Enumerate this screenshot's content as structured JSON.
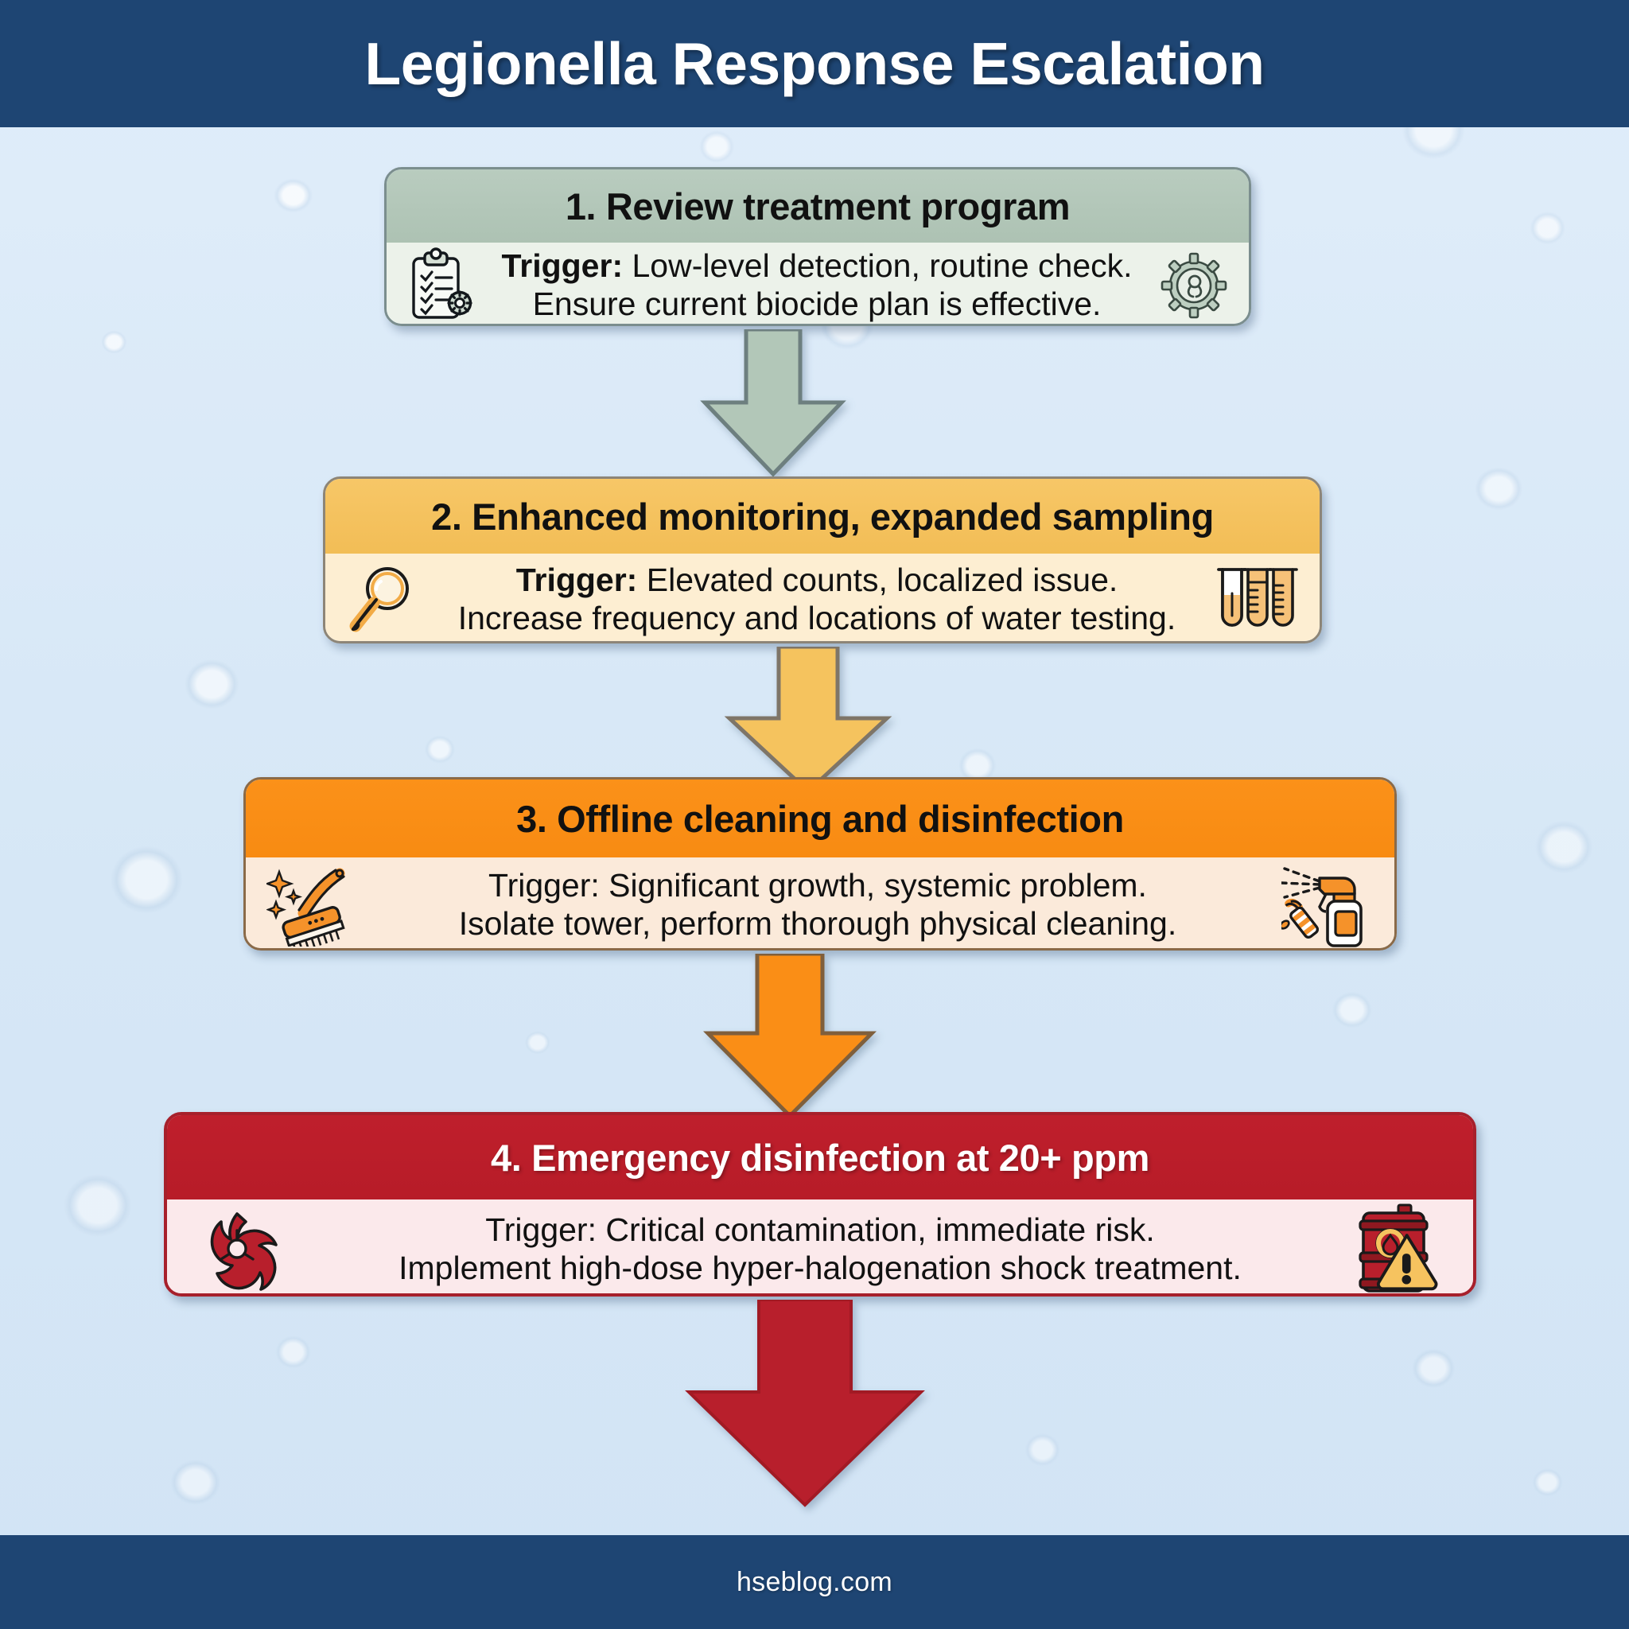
{
  "header": {
    "title": "Legionella Response Escalation",
    "background_color": "#1e4573",
    "text_color": "#ffffff"
  },
  "footer": {
    "text": "hseblog.com",
    "background_color": "#1e4573",
    "text_color": "#ffffff"
  },
  "background": {
    "color": "#dce9f7",
    "texture": "water-droplets"
  },
  "steps": [
    {
      "number": "1.",
      "title": "1. Review treatment program",
      "trigger_label": "Trigger:",
      "trigger_line1": "Trigger: Low-level detection, routine check.",
      "trigger_line2": "Ensure current biocide plan is effective.",
      "left_icon": "clipboard-checklist-gear-icon",
      "right_icon": "gear-magnifier-icon",
      "header_color": "#b2c7b8",
      "body_color": "#ecf2ea",
      "border_color": "#7b8e8e",
      "title_color": "#111111"
    },
    {
      "number": "2.",
      "title": "2. Enhanced monitoring, expanded sampling",
      "trigger_label": "Trigger:",
      "trigger_line1": "Trigger: Elevated counts, localized issue.",
      "trigger_line2": "Increase frequency and locations of water testing.",
      "left_icon": "magnifying-glass-icon",
      "right_icon": "test-tubes-icon",
      "header_color": "#f5c35e",
      "body_color": "#fdeed2",
      "border_color": "#8d8577",
      "title_color": "#111111"
    },
    {
      "number": "3.",
      "title": "3. Offline cleaning and disinfection",
      "trigger_label": "Trigger:",
      "trigger_line1": "Trigger: Significant growth, systemic problem.",
      "trigger_line2": "Isolate tower, perform thorough physical cleaning.",
      "left_icon": "scrub-brush-sparkle-icon",
      "right_icon": "spray-bottle-icon",
      "header_color": "#fa8e16",
      "body_color": "#fbeada",
      "border_color": "#8a6a48",
      "title_color": "#111111"
    },
    {
      "number": "4.",
      "title": "4. Emergency disinfection at 20+ ppm",
      "trigger_label": "Trigger:",
      "trigger_line1": "Trigger: Critical contamination, immediate risk.",
      "trigger_line2": "Implement high-dose hyper-halogenation shock treatment.",
      "left_icon": "biohazard-icon",
      "right_icon": "hazmat-barrel-warning-icon",
      "header_color": "#bb1e2a",
      "body_color": "#fbe9eb",
      "border_color": "#a7202b",
      "title_color": "#ffffff"
    }
  ],
  "arrows": [
    {
      "name": "arrow-step1-to-step2",
      "fill": "#b2c7b8",
      "stroke": "#6d7f7f"
    },
    {
      "name": "arrow-step2-to-step3",
      "fill": "#f5c35e",
      "stroke": "#7e7568"
    },
    {
      "name": "arrow-step3-to-step4",
      "fill": "#fa8e16",
      "stroke": "#7f5f3c"
    },
    {
      "name": "arrow-step4-outcome",
      "fill": "#bb1e2a",
      "stroke": "#9a1a24"
    }
  ]
}
